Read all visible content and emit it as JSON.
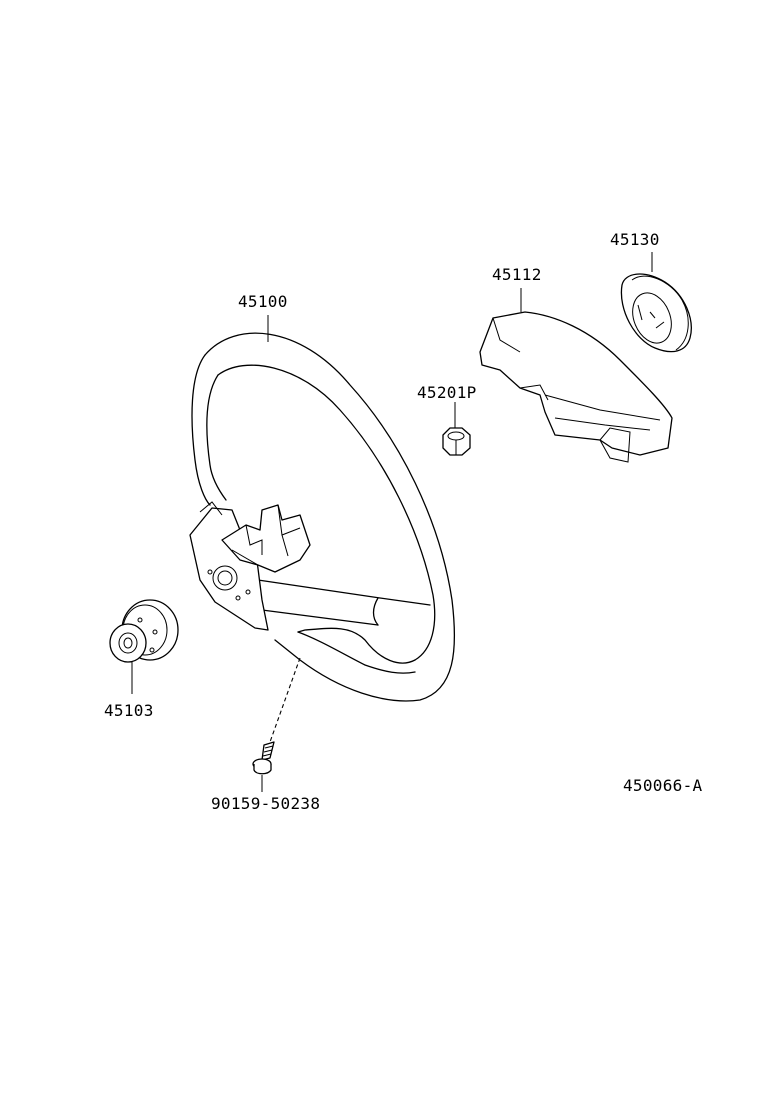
{
  "diagram_id": "450066-A",
  "parts": [
    {
      "number": "45100",
      "name": "steering-wheel"
    },
    {
      "number": "45112",
      "name": "horn-pad-cover"
    },
    {
      "number": "45130",
      "name": "horn-button-emblem"
    },
    {
      "number": "45201P",
      "name": "nut"
    },
    {
      "number": "45103",
      "name": "steering-wheel-hub"
    },
    {
      "number": "90159-50238",
      "name": "screw"
    }
  ],
  "colors": {
    "line": "#000000",
    "background": "#ffffff"
  }
}
